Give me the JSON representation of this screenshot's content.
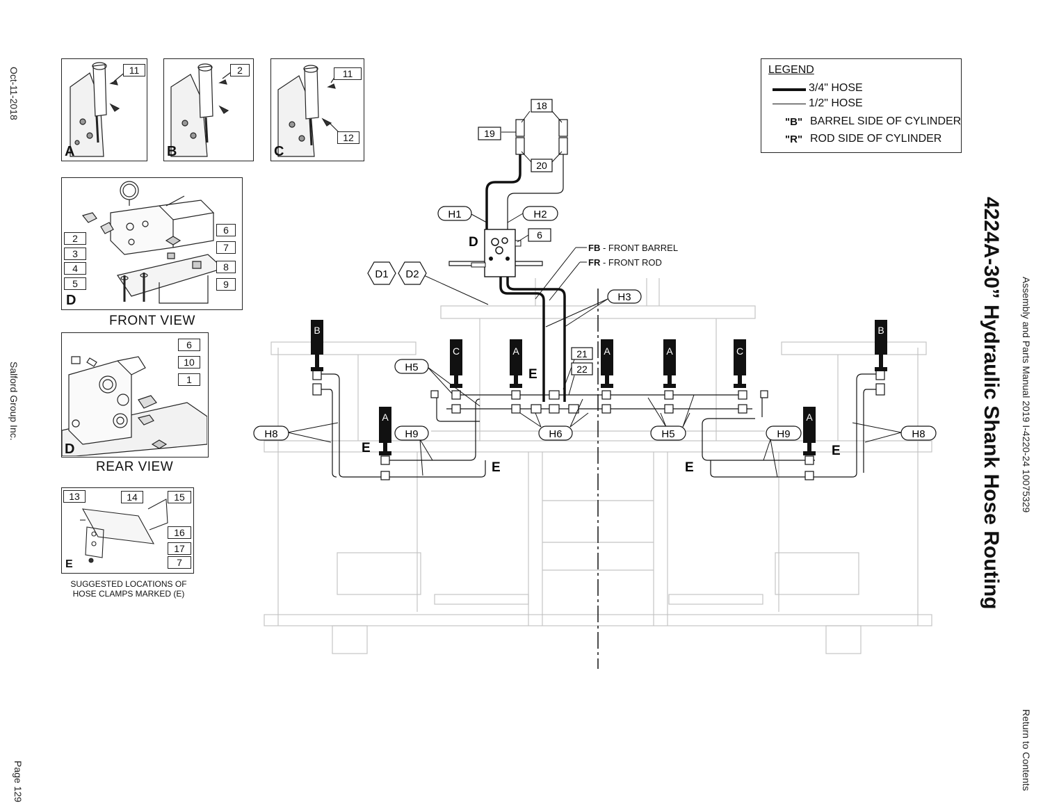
{
  "margins": {
    "date": "Oct-11-2018",
    "company": "Salford Group Inc.",
    "page": "Page 129",
    "manual": "Assembly and Parts Manual 2019 I-4220-24 10075329",
    "return_link": "Return to Contents"
  },
  "title": "4224A-30” Hydraulic Shank Hose Routing",
  "legend": {
    "heading": "LEGEND",
    "thick_label": "3/4\" HOSE",
    "thin_label": "1/2\" HOSE",
    "b_key": "\"B\"",
    "b_text": "BARREL SIDE OF CYLINDER",
    "r_key": "\"R\"",
    "r_text": "ROD SIDE OF CYLINDER"
  },
  "detail_a": {
    "letter": "A",
    "callouts": [
      "11"
    ]
  },
  "detail_b": {
    "letter": "B",
    "callouts": [
      "2"
    ]
  },
  "detail_c": {
    "letter": "C",
    "callouts": [
      "11",
      "12"
    ]
  },
  "front_view": {
    "letter": "D",
    "caption": "FRONT VIEW",
    "callouts_left": [
      "2",
      "3",
      "4",
      "5"
    ],
    "callouts_right": [
      "6",
      "7",
      "8",
      "9"
    ]
  },
  "rear_view": {
    "letter": "D",
    "caption": "REAR VIEW",
    "callouts": [
      "6",
      "10",
      "1"
    ]
  },
  "clamp_view": {
    "letter": "E",
    "callouts_top": [
      "13",
      "14",
      "15"
    ],
    "callouts_right": [
      "16",
      "17",
      "7"
    ],
    "note_line1": "SUGGESTED LOCATIONS OF",
    "note_line2": "HOSE CLAMPS MARKED (E)"
  },
  "main": {
    "fitting_callouts": [
      "18",
      "19",
      "20",
      "6",
      "21",
      "22"
    ],
    "hose_tags": [
      "H1",
      "H2",
      "H3",
      "H5",
      "H6",
      "H5",
      "H8",
      "H9",
      "H9",
      "H8",
      "D1",
      "D2"
    ],
    "manifold_letter": "D",
    "fb_code": "FB",
    "fb_text": " - FRONT BARREL",
    "fr_code": "FR",
    "fr_text": " - FRONT ROD",
    "cylinder_tags": [
      "B",
      "C",
      "A",
      "A",
      "A",
      "C",
      "B",
      "A",
      "A"
    ],
    "clamp_letter": "E"
  }
}
